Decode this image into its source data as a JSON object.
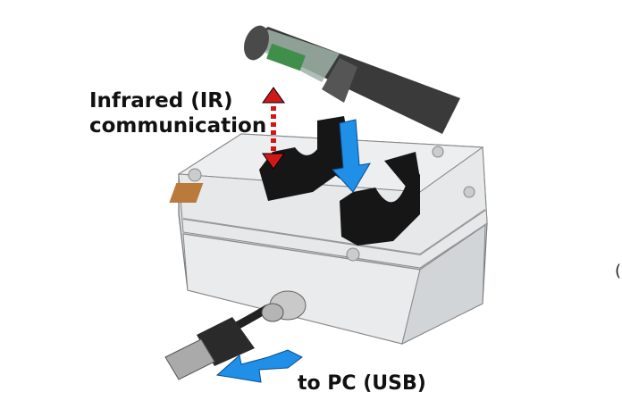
{
  "labels": {
    "ir_line1": "Infrared (IR)",
    "ir_line2": "communication",
    "usb": "to PC (USB)",
    "edge_fragment": "("
  },
  "colors": {
    "blue_arrow": "#1f8fe8",
    "red_arrow": "#d01818",
    "box": "#e4e6e8",
    "holder": "#151515"
  }
}
